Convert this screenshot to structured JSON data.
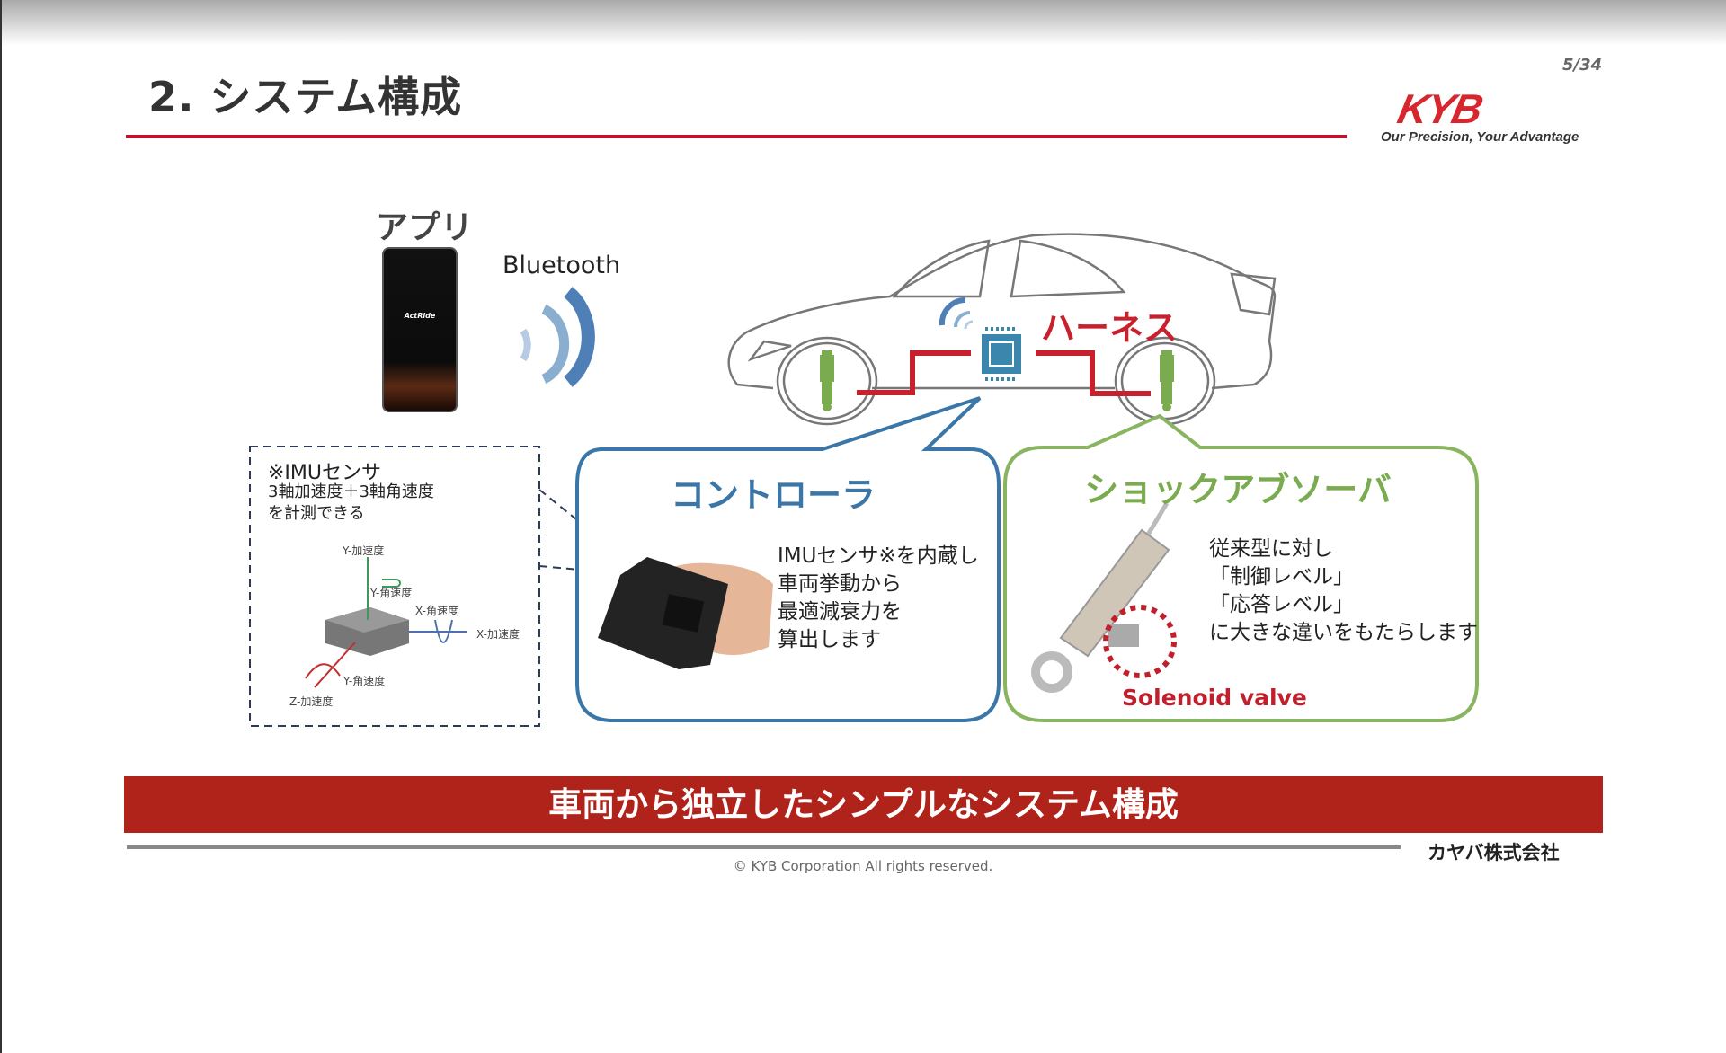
{
  "slide": {
    "title": "2. システム構成",
    "page": "5/34",
    "logo": {
      "text": "KYB",
      "tagline": "Our Precision, Your Advantage"
    }
  },
  "app": {
    "label": "アプリ",
    "phone_brand": "ActRide",
    "wireless_label": "Bluetooth"
  },
  "car": {
    "harness_label": "ハーネス"
  },
  "imu": {
    "title": "※IMUセンサ",
    "desc_line1": "3軸加速度＋3軸角速度",
    "desc_line2": "を計測できる",
    "axes": {
      "y_accel": "Y-加速度",
      "y_gyro_top": "Y-角速度",
      "x_gyro": "X-角速度",
      "x_accel": "X-加速度",
      "y_gyro_bottom": "Y-角速度",
      "z_accel": "Z-加速度"
    }
  },
  "controller": {
    "title": "コントローラ",
    "lines": [
      "IMUセンサ※を内蔵し",
      "車両挙動から",
      "最適減衰力を",
      "算出します"
    ]
  },
  "shock": {
    "title": "ショックアブソーバ",
    "lines": [
      "従来型に対し",
      "「制御レベル」",
      "「応答レベル」",
      "に大きな違いをもたらします"
    ],
    "callout": "Solenoid valve"
  },
  "banner": "車両から独立したシンプルなシステム構成",
  "footer": {
    "company": "カヤバ株式会社",
    "copyright": "© KYB Corporation All rights reserved."
  },
  "colors": {
    "brand_red": "#c8102e",
    "banner_red": "#b0231a",
    "controller_blue": "#3a77a8",
    "shock_green": "#7aab4f"
  }
}
